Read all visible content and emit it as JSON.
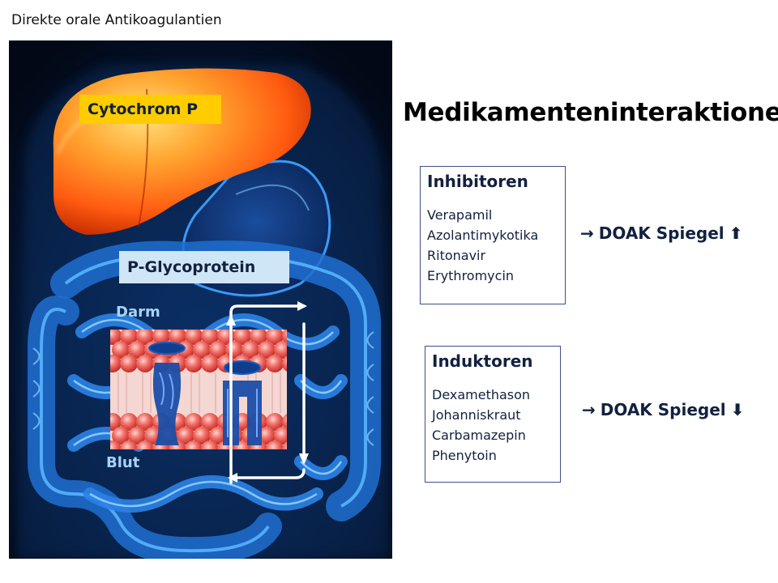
{
  "header": {
    "text": "Direkte orale Antikoagulantien"
  },
  "title": "Medikamenteninteraktionen",
  "anatomy": {
    "liver_label": "Cytochrom P",
    "pgp_label": "P-Glycoprotein",
    "gut_label": "Darm",
    "blood_label": "Blut"
  },
  "inhibitors": {
    "heading": "Inhibitoren",
    "items": [
      "Verapamil",
      "Azolantimykotika",
      "Ritonavir",
      "Erythromycin"
    ],
    "effect": {
      "arrow": "→",
      "text": "DOAK Spiegel",
      "direction": "⬆",
      "direction_icon": "up-arrow-icon"
    }
  },
  "inducers": {
    "heading": "Induktoren",
    "items": [
      "Dexamethason",
      "Johanniskraut",
      "Carbamazepin",
      "Phenytoin"
    ],
    "effect": {
      "arrow": "→",
      "text": "DOAK Spiegel",
      "direction": "⬇",
      "direction_icon": "down-arrow-icon"
    }
  },
  "colors": {
    "anatomy_background": "#040d24",
    "glow_blue": "#2f8fe8",
    "liver": "#ff7a1a",
    "cytochrom_tag": "#ffcc00",
    "pgp_tag": "#cfe6f7",
    "membrane_red": "#e8524a",
    "box_border": "#3f4f8a",
    "text_dark": "#12213f"
  }
}
